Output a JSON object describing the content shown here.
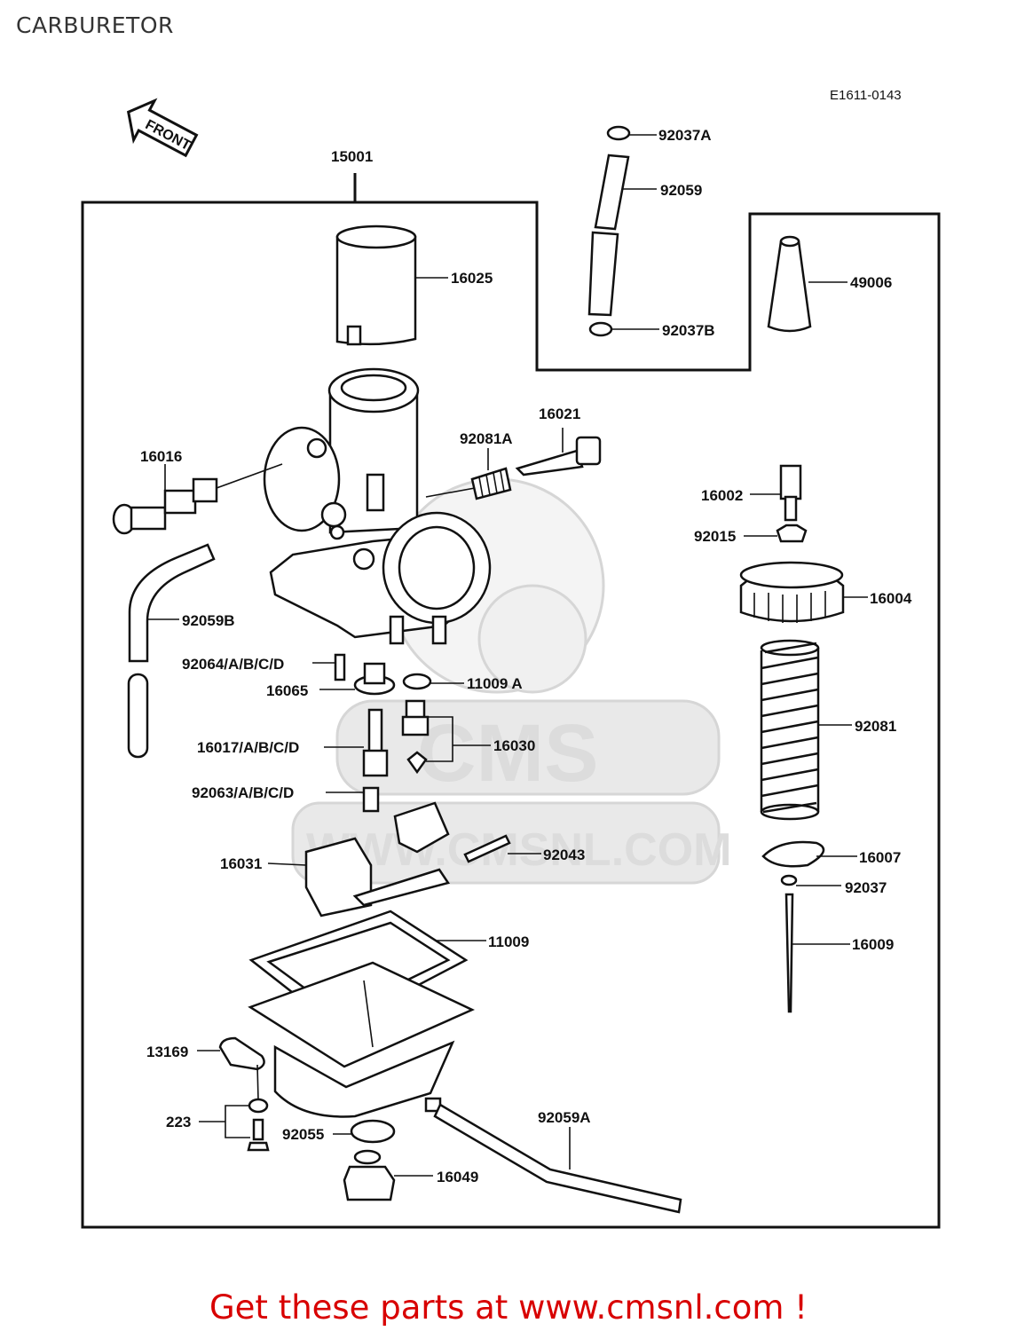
{
  "page": {
    "title": "CARBURETOR",
    "diagram_code": "E1611-0143",
    "front_arrow_label": "FRONT",
    "footer_text": "Get these parts at www.cmsnl.com !"
  },
  "watermark": {
    "logo_text": "CMS",
    "url_text": "WWW.CMSNL.COM"
  },
  "callouts": {
    "c15001": "15001",
    "c16025": "16025",
    "c92037A": "92037A",
    "c92059": "92059",
    "c92037B": "92037B",
    "c49006": "49006",
    "c16021": "16021",
    "c92081A": "92081A",
    "c16016": "16016",
    "c16002": "16002",
    "c92015": "92015",
    "c16004": "16004",
    "c92059B": "92059B",
    "c92064": "92064/A/B/C/D",
    "c16065": "16065",
    "c11009A": "11009 A",
    "c16017": "16017/A/B/C/D",
    "c16030": "16030",
    "c92081": "92081",
    "c92063": "92063/A/B/C/D",
    "c16031": "16031",
    "c92043": "92043",
    "c16007": "16007",
    "c92037": "92037",
    "c11009": "11009",
    "c16009": "16009",
    "c13169": "13169",
    "c223": "223",
    "c92055": "92055",
    "c92059A": "92059A",
    "c16049": "16049"
  }
}
